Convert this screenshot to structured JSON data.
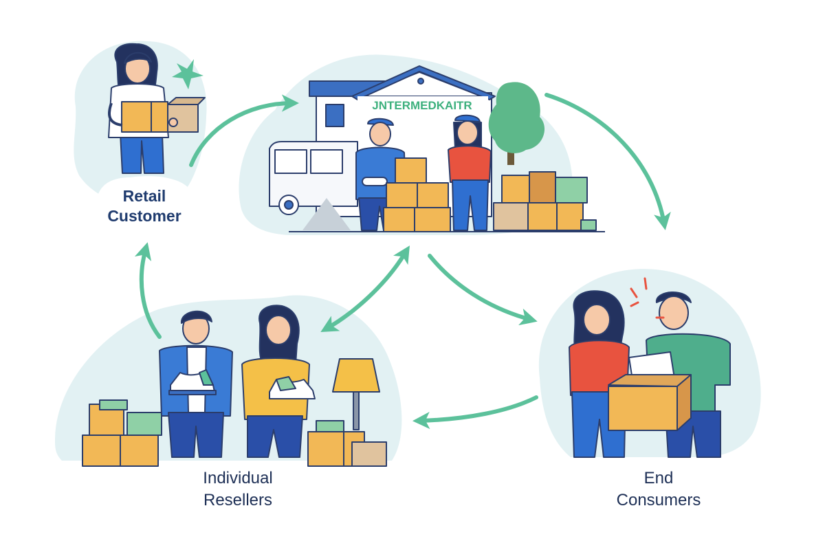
{
  "nodes": {
    "retail_customer": {
      "line1": "Retail",
      "line2": "Customer"
    },
    "intermediary": {
      "sign": "JNTERMEDKAITR"
    },
    "individual_resellers": {
      "line1": "Individual",
      "line2": "Resellers"
    },
    "end_consumers": {
      "line1": "End",
      "line2": "Consumers"
    }
  },
  "colors": {
    "arrow": "#5cc19b",
    "blob": "#e2f1f3",
    "outline": "#2b3d6b",
    "box": "#f2b856",
    "box_dark": "#d7964a",
    "box_green": "#8fd0a6",
    "blue": "#2f6fd0",
    "red": "#e8533f",
    "yellow": "#f4c048",
    "teal_shirt": "#4fae8c",
    "sign_text": "#3db07d"
  },
  "icons": [
    "truck-icon",
    "warehouse-icon",
    "tree-icon",
    "lamp-icon",
    "sneaker-icon",
    "sparkle-icon"
  ]
}
